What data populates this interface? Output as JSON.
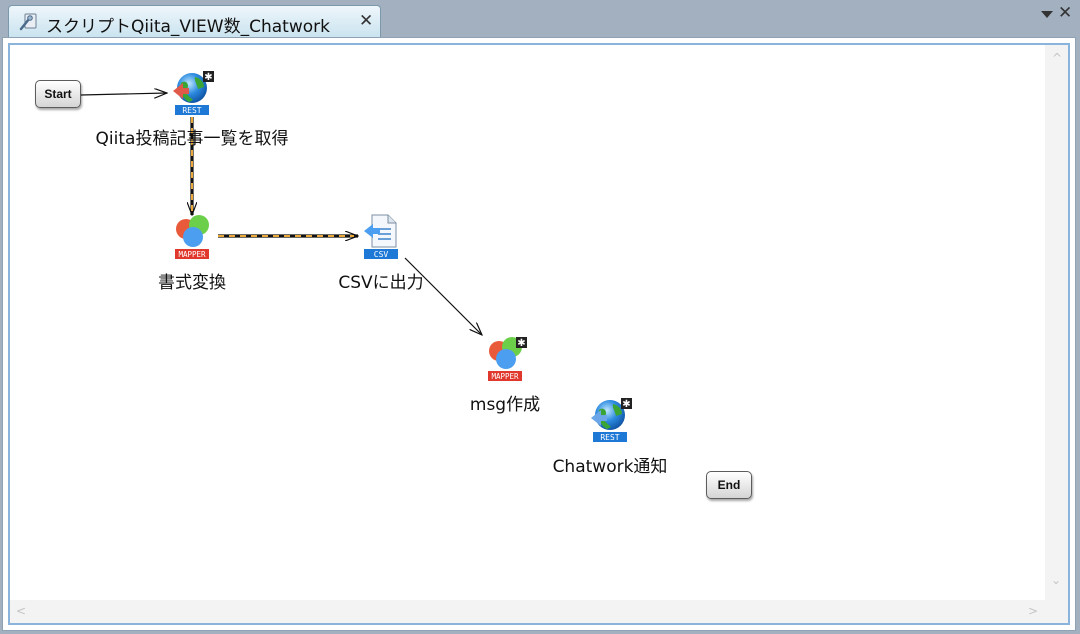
{
  "tab": {
    "title": "スクリプトQiita_VIEW数_Chatwork",
    "close_glyph": "✕",
    "icon": "script-icon"
  },
  "view_controls": {
    "menu_icon": "chevron-down-icon",
    "close_glyph": "✕"
  },
  "scrollbars": {
    "up": "^",
    "down": "⌄",
    "left": "<",
    "right": ">"
  },
  "flow": {
    "start_label": "Start",
    "end_label": "End",
    "nodes": [
      {
        "name": "Qiita投稿記事一覧を取得",
        "type": "REST",
        "badge": "REST"
      },
      {
        "name": "書式変換",
        "type": "MAPPER",
        "badge": "MAPPER"
      },
      {
        "name": "CSVに出力",
        "type": "CSV",
        "badge": "CSV"
      },
      {
        "name": "msg作成",
        "type": "MAPPER",
        "badge": "MAPPER"
      },
      {
        "name": "Chatwork通知",
        "type": "REST",
        "badge": "REST"
      }
    ]
  },
  "colors": {
    "data_line": "#e8a83a",
    "rest_badge": "#1e78d6",
    "mapper_badge": "#e0382c",
    "csv_badge": "#1e78d6",
    "frame_border": "#8bb4dc",
    "tab_bg": "#c9e3ef"
  }
}
